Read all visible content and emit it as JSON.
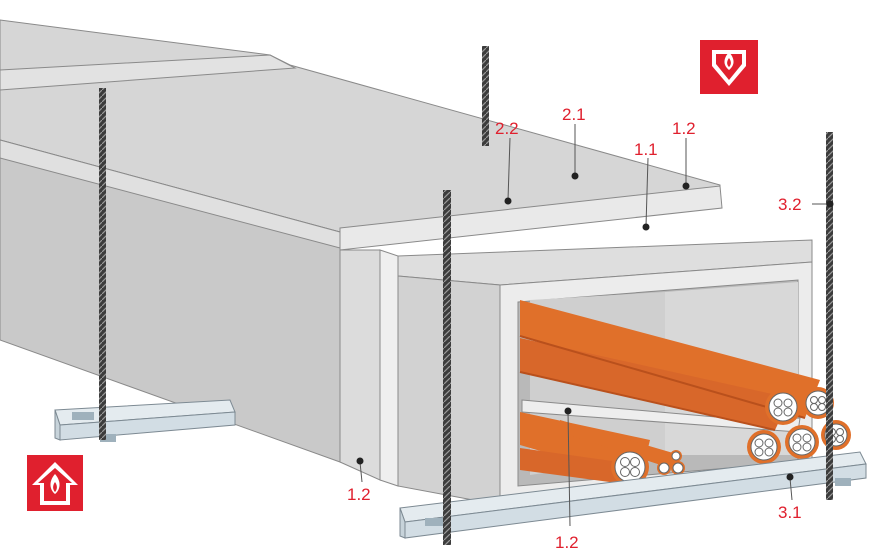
{
  "colors": {
    "label": "#e0202e",
    "warning_bg": "#e0202e",
    "duct_top": "#d7d7d7",
    "duct_side": "#c8c8c8",
    "duct_front": "#e6e6e6",
    "cable": "#e0702a",
    "cable_dark": "#b9501c",
    "rail": "#d2dde4"
  },
  "icons": {
    "top_right": "fire-from-above-icon",
    "bottom_left": "fire-from-below-icon"
  },
  "labels": {
    "l22": "2.2",
    "l21": "2.1",
    "l12_top": "1.2",
    "l11": "1.1",
    "l32": "3.2",
    "l12_left": "1.2",
    "l12_bottom": "1.2",
    "l31": "3.1"
  }
}
